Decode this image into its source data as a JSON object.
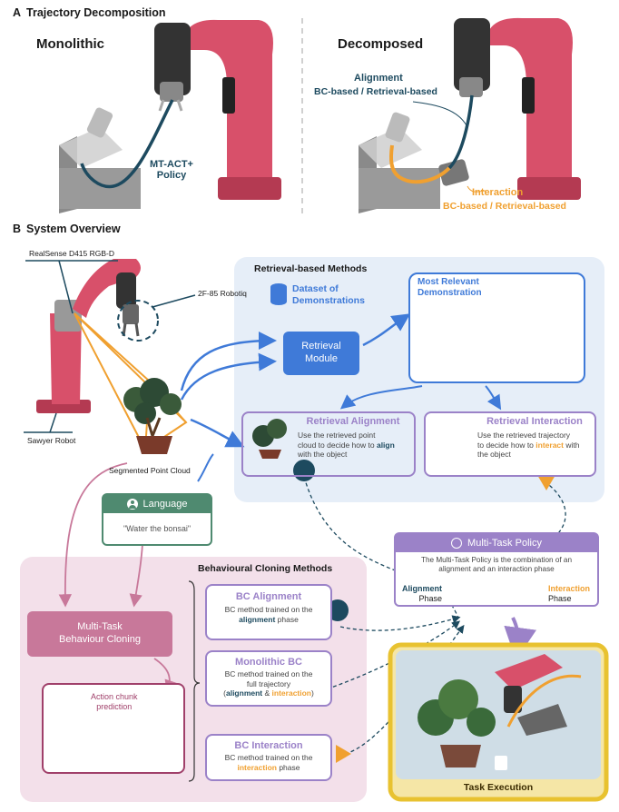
{
  "section_a": {
    "letter": "A",
    "title": "Trajectory Decomposition"
  },
  "monolithic": {
    "heading": "Monolithic",
    "policy_line1": "MT-ACT+",
    "policy_line2": "Policy"
  },
  "decomposed": {
    "heading": "Decomposed",
    "alignment": "Alignment",
    "alignment_methods": "BC-based / Retrieval-based",
    "interaction": "Interaction",
    "interaction_methods": "BC-based / Retrieval-based"
  },
  "section_b": {
    "letter": "B",
    "title": "System Overview"
  },
  "robot_labels": {
    "camera": "RealSense D415 RGB-D",
    "gripper": "2F-85 Robotiq",
    "robot": "Sawyer Robot",
    "point_cloud": "Segmented Point Cloud"
  },
  "language": {
    "title": "Language",
    "instruction": "\"Water the bonsai\""
  },
  "retrieval": {
    "panel_title": "Retrieval-based Methods",
    "dataset_line1": "Dataset of",
    "dataset_line2": "Demonstrations",
    "module_line1": "Retrieval",
    "module_line2": "Module",
    "most_relevant_line1": "Most Relevant",
    "most_relevant_line2": "Demonstration",
    "alignment_title": "Retrieval Alignment",
    "alignment_desc_1": "Use the retrieved  point",
    "alignment_desc_2": "cloud to decide how to",
    "alignment_desc_hl": "align",
    "alignment_desc_3": "with the object",
    "interaction_title": "Retrieval Interaction",
    "interaction_desc_1": "Use the retrieved  trajectory",
    "interaction_desc_2": "to decide how to",
    "interaction_desc_hl": "interact",
    "interaction_desc_3": "with",
    "interaction_desc_4": "the object"
  },
  "bc": {
    "panel_title": "Behavioural Cloning Methods",
    "mtbc_line1": "Multi-Task",
    "mtbc_line2": "Behaviour Cloning",
    "action_chunk_line1": "Action chunk",
    "action_chunk_line2": "prediction",
    "alignment_title": "BC Alignment",
    "alignment_desc_1": "BC method trained on the",
    "alignment_desc_hl": "alignment",
    "alignment_desc_2": "phase",
    "mono_title": "Monolithic BC",
    "mono_desc_1": "BC method trained on the",
    "mono_desc_2": "full trajectory",
    "mono_desc_open": "(",
    "mono_desc_hl1": "alignment",
    "mono_desc_amp": " & ",
    "mono_desc_hl2": "interaction",
    "mono_desc_close": ")",
    "interaction_title": "BC Interaction",
    "interaction_desc_1": "BC method trained on the",
    "interaction_desc_hl": "interaction",
    "interaction_desc_2": "phase"
  },
  "mtp": {
    "title": "Multi-Task Policy",
    "desc_1": "The Multi-Task Policy is the combination of an",
    "desc_2": "alignment and an interaction phase",
    "alignment": "Alignment",
    "phase": "Phase",
    "interaction": "Interaction",
    "phase2": "Phase"
  },
  "task_execution": "Task Execution",
  "colors": {
    "teal": "#1d4a5f",
    "orange": "#f0a030",
    "robot_red": "#d8506a",
    "retrieval_blue": "#3f7ad8",
    "purple": "#9b82c8",
    "language_green": "#4f8a70",
    "mtbc_pink": "#c8789a",
    "task_gold": "#e8c230"
  }
}
